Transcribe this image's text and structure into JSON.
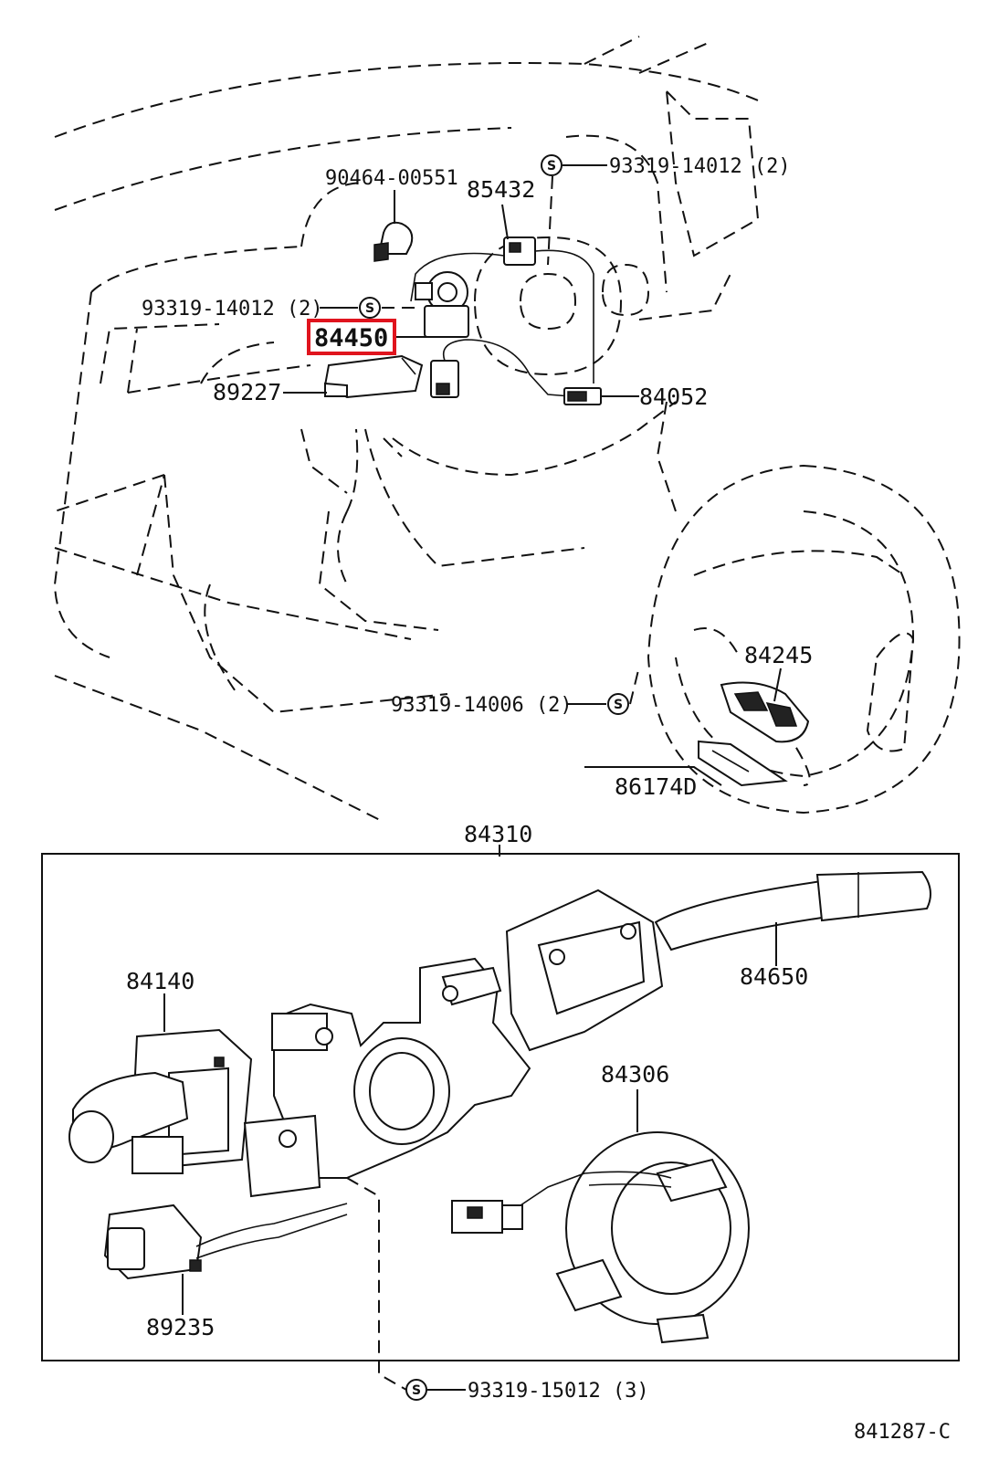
{
  "parts": {
    "p90464": "90464-00551",
    "p85432": "85432",
    "p93319_14012_top": "93319-14012 (2)",
    "p93319_14012_left": "93319-14012 (2)",
    "p84450": "84450",
    "p89227": "89227",
    "p84052": "84052",
    "p84245": "84245",
    "p93319_14006": "93319-14006 (2)",
    "p86174d": "86174D",
    "p84310": "84310",
    "p84140": "84140",
    "p84650": "84650",
    "p84306": "84306",
    "p89235": "89235",
    "p93319_15012": "93319-15012 (3)"
  },
  "symbols": {
    "screw_mark": "S"
  },
  "diagram_code": "841287-C",
  "highlight_color": "#e0141e"
}
